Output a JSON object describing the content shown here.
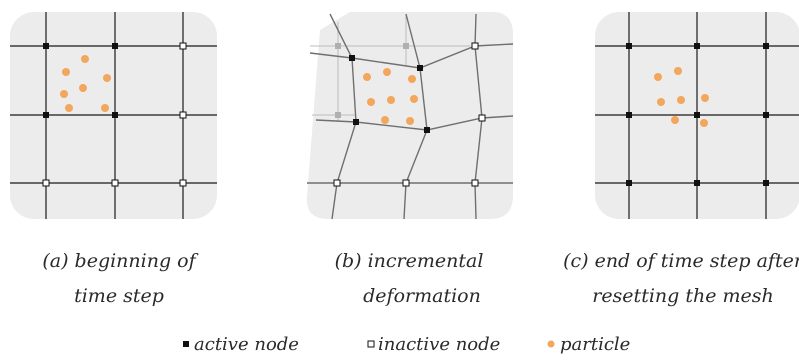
{
  "panels": [
    {
      "id": "a",
      "caption_lines": [
        "(a) beginning of",
        "time step"
      ]
    },
    {
      "id": "b",
      "caption_lines": [
        "(b) incremental",
        "deformation"
      ]
    },
    {
      "id": "c",
      "caption_lines": [
        "(c) end of time step after",
        "resetting the mesh"
      ]
    }
  ],
  "legend": {
    "active": "active node",
    "inactive": "inactive node",
    "particle": "particle"
  },
  "colors": {
    "panel_fill": "#ececec",
    "particle": "#f2a75c",
    "node_active": "#111111",
    "grid_line": "#1a1a1a",
    "ghost_line": "#bdbdbd",
    "ghost_node": "#b0b0b0"
  }
}
